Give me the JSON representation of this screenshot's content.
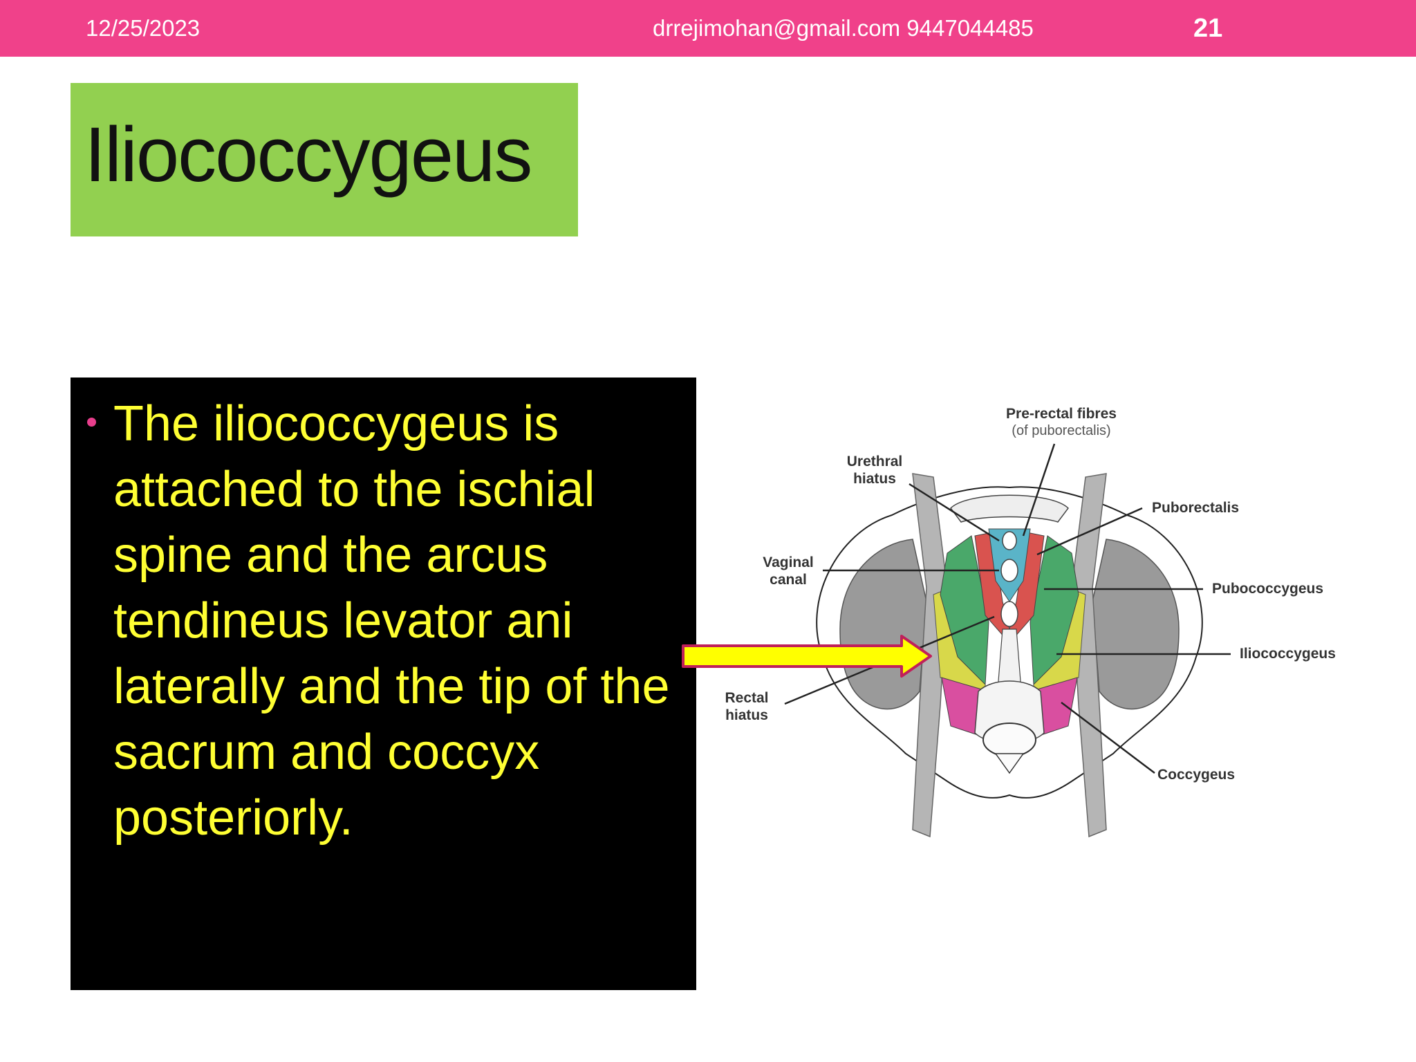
{
  "header": {
    "date": "12/25/2023",
    "contact": "drrejimohan@gmail.com 9447044485",
    "page_number": "21"
  },
  "title": "Iliococcygeus",
  "bullet": {
    "text": "The iliococcygeus is attached to the ischial spine and the arcus tendineus levator ani laterally and the tip of the sacrum and coccyx posteriorly."
  },
  "figure": {
    "labels": {
      "prerectal_1": "Pre-rectal fibres",
      "prerectal_2": "(of puborectalis)",
      "urethral_1": "Urethral",
      "urethral_2": "hiatus",
      "puborectalis": "Puborectalis",
      "vaginal_1": "Vaginal",
      "vaginal_2": "canal",
      "pubococcygeus": "Pubococcygeus",
      "iliococcygeus": "Iliococcygeus",
      "rectal_1": "Rectal",
      "rectal_2": "hiatus",
      "coccygeus": "Coccygeus"
    }
  },
  "colors": {
    "header_bg": "#f0418a",
    "title_bg": "#92d050",
    "text_box_bg": "#000000",
    "bullet_text": "#ffff33",
    "bullet_dot": "#e83e8c",
    "arrow_fill": "#ffff00",
    "arrow_border": "#c0205a"
  }
}
